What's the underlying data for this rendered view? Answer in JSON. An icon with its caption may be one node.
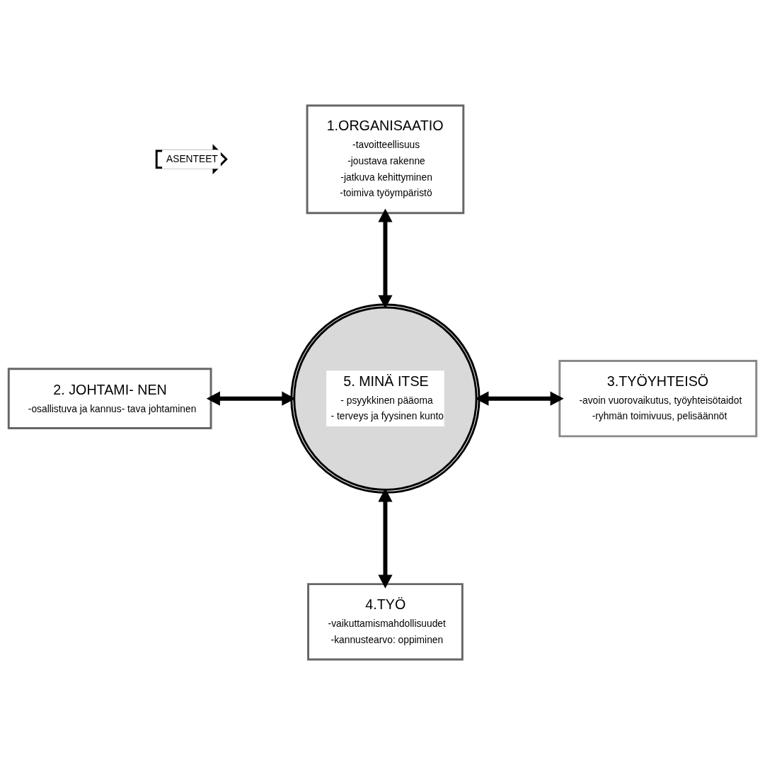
{
  "diagram": {
    "nodes": [
      {
        "text": [
          "1.ORGANISAATIO",
          "-tavoitteellisuus",
          "-joustava rakenne",
          "-jatkuva kehittyminen",
          "-toimiva työympäristö"
        ]
      },
      {
        "text": [
          "ASENTEET"
        ]
      },
      {
        "text": [
          "2. JOHTAMI- NEN",
          "-osallistuva ja kannus- tava johtaminen"
        ]
      },
      {
        "text": [
          "5. MINÄ ITSE",
          "- psyykkinen pääoma",
          "- terveys ja fyysinen kunto"
        ]
      },
      {
        "text": [
          "3.TYÖYHTEISÖ",
          "-avoin vuorovaikutus, työyhteisötaidot",
          "-ryhmän toimivuus, pelisäännöt"
        ]
      },
      {
        "text": [
          "4.TYÖ",
          "-vaikuttamismahdollisuudet",
          "-kannustearvo: oppiminen"
        ]
      }
    ],
    "edges": [
      {
        "from": 0,
        "to": 3,
        "arrow": "both"
      },
      {
        "from": 2,
        "to": 3,
        "arrow": "both"
      },
      {
        "from": 3,
        "to": 4,
        "arrow": "both"
      },
      {
        "from": 3,
        "to": 5,
        "arrow": "both"
      }
    ]
  }
}
